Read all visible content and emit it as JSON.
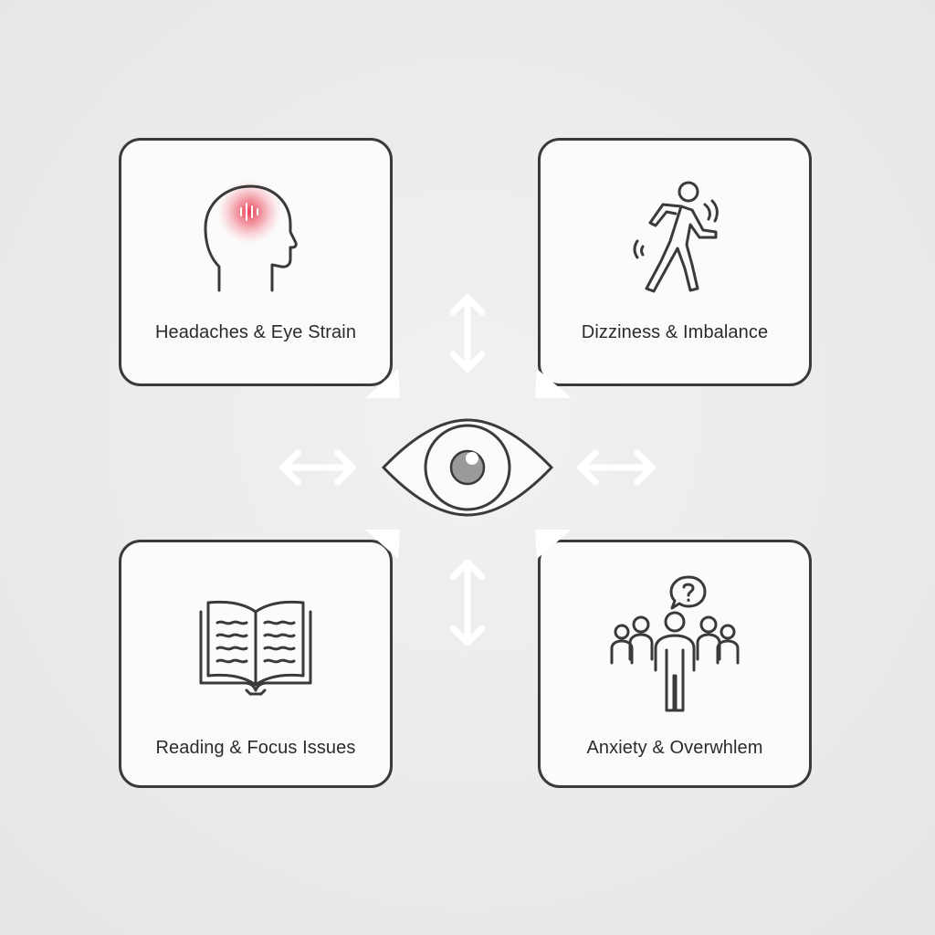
{
  "cards": {
    "top_left": {
      "label": "Headaches & Eye Strain",
      "icon": "head-pain-icon"
    },
    "top_right": {
      "label": "Dizziness & Imbalance",
      "icon": "unbalanced-person-icon"
    },
    "bottom_left": {
      "label": "Reading & Focus Issues",
      "icon": "open-book-icon"
    },
    "bottom_right": {
      "label": "Anxiety & Overwhlem",
      "icon": "crowd-question-icon"
    }
  },
  "center": {
    "icon": "eye-icon"
  },
  "colors": {
    "background": "#ebebeb",
    "card": "#fbfbfb",
    "stroke": "#3a3a3a",
    "pain_accent": "#e8344a",
    "arrow": "#ffffff"
  }
}
